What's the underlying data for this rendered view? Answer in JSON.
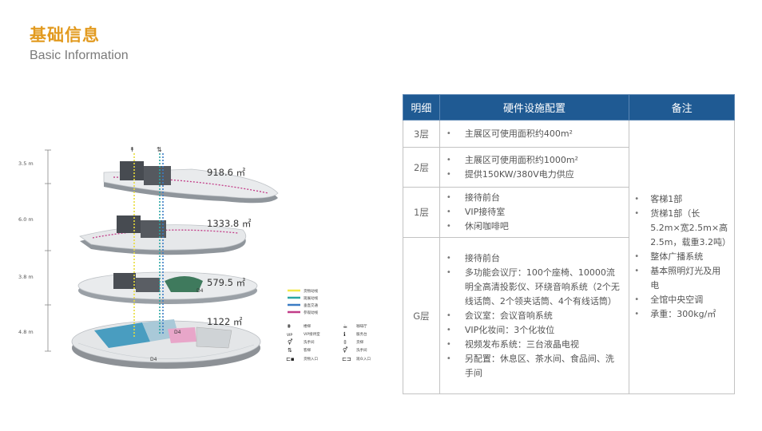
{
  "header": {
    "title_cn": "基础信息",
    "title_en": "Basic Information"
  },
  "diagram": {
    "heights": [
      "3.5 m",
      "6.0 m",
      "3.8 m",
      "4.8 m"
    ],
    "areas": [
      "918.6 ㎡",
      "1333.8 ㎡",
      "579.5 ㎡",
      "1122 ㎡"
    ],
    "gate_labels": [
      "D4",
      "D4",
      "D4"
    ],
    "legend_lines": [
      "货物动线",
      "观展动线",
      "垂直交通",
      "参观动线"
    ],
    "legend_icons_left": [
      "楼梯",
      "VIP接待室",
      "洗手间",
      "客梯",
      "货物入口"
    ],
    "legend_icons_right": [
      "咖啡厅",
      "服务台",
      "货梯",
      "洗手间",
      "观众入口"
    ],
    "colors": {
      "cargo": "#f2e84a",
      "visitor": "#2aa6a3",
      "vertical": "#3a7cc4",
      "tour": "#c23c88"
    }
  },
  "table": {
    "headers": [
      "明细",
      "硬件设施配置",
      "备注"
    ],
    "rows": [
      {
        "floor": "3层",
        "items": [
          "主展区可使用面积约400m²"
        ]
      },
      {
        "floor": "2层",
        "items": [
          "主展区可使用面积约1000m²",
          "提供150KW/380V电力供应"
        ]
      },
      {
        "floor": "1层",
        "items": [
          "接待前台",
          "VIP接待室",
          "休闲咖啡吧"
        ]
      },
      {
        "floor": "G层",
        "items": [
          "接待前台",
          "多功能会议厅：100个座椅、10000流明全高清投影仪、环绕音响系统（2个无线话筒、2个领夹话筒、4个有线话筒）",
          "会议室：会议音响系统",
          "VIP化妆间：3个化妆位",
          "视频发布系统：三台液晶电视",
          "另配置：休息区、茶水间、食品间、洗手间"
        ]
      }
    ],
    "notes": [
      "客梯1部",
      "货梯1部（长5.2m×宽2.5m×高2.5m，载重3.2吨）",
      "整体广播系统",
      "基本照明灯光及用电",
      "全馆中央空调",
      "承重：300kg/㎡"
    ]
  }
}
